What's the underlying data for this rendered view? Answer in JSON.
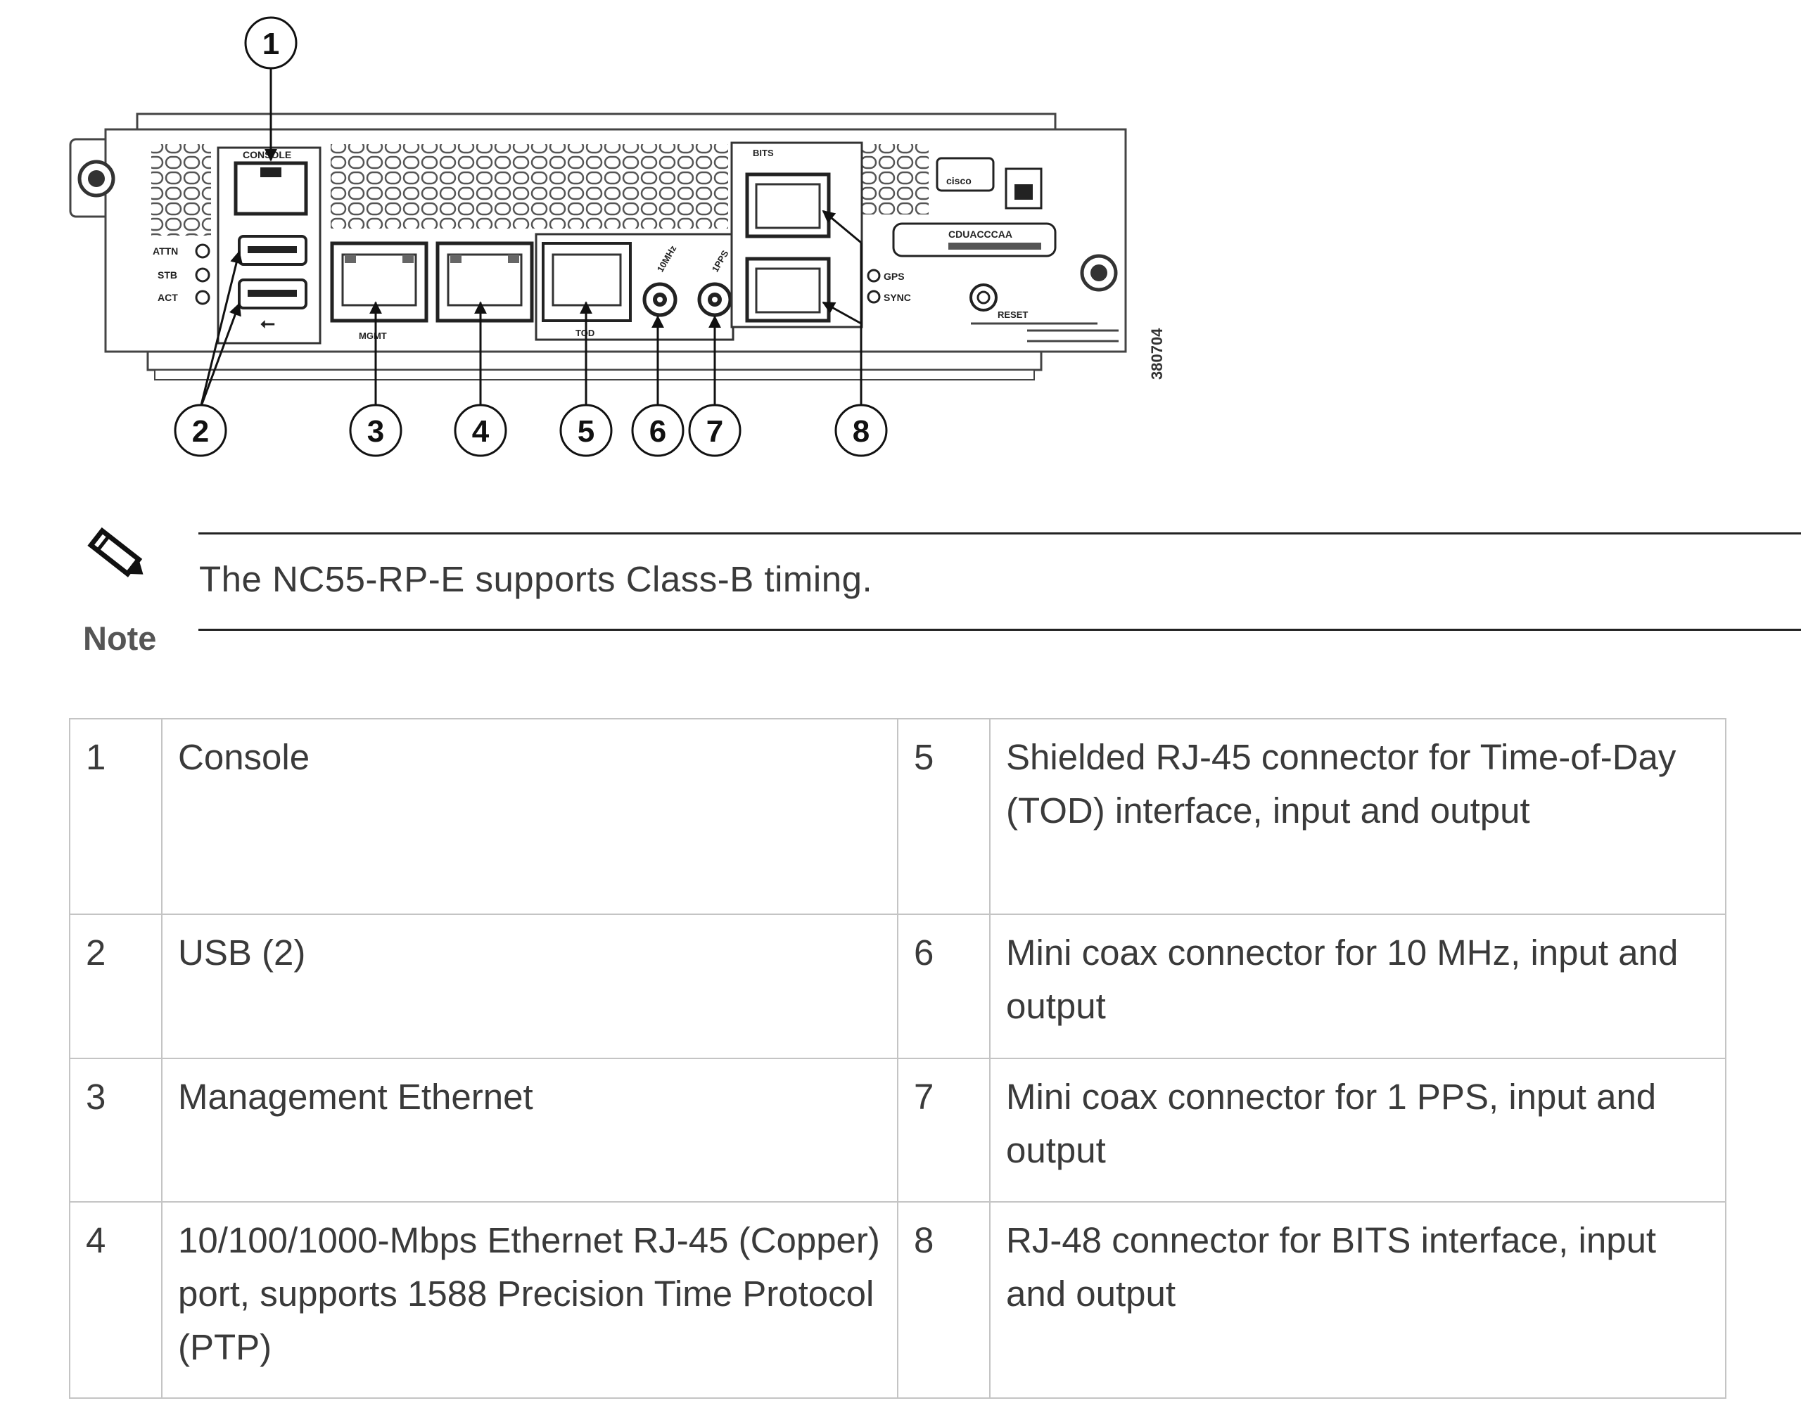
{
  "figure": {
    "callouts": [
      "1",
      "2",
      "3",
      "4",
      "5",
      "6",
      "7",
      "8"
    ],
    "figure_id": "380704",
    "panel_labels": {
      "attn": "ATTN",
      "stb": "STB",
      "act": "ACT",
      "gps": "GPS",
      "sync": "SYNC",
      "reset": "RESET",
      "console": "CONSOLE",
      "mgmt": "MGMT",
      "tod": "TOD",
      "bits": "BITS",
      "mhz": "10MHz",
      "pps": "1PPS",
      "serial": "CDUACCCAA",
      "brand": "cisco"
    }
  },
  "note": {
    "label": "Note",
    "text": "The NC55-RP-E supports Class-B timing.",
    "icon": "pencil-icon"
  },
  "legend": {
    "rows": [
      {
        "n1": "1",
        "d1": "Console",
        "n2": "5",
        "d2": "Shielded RJ-45 connector for Time-of-Day (TOD) interface, input and output"
      },
      {
        "n1": "2",
        "d1": "USB (2)",
        "n2": "6",
        "d2": "Mini coax connector for 10 MHz, input and output"
      },
      {
        "n1": "3",
        "d1": "Management Ethernet",
        "n2": "7",
        "d2": "Mini coax connector for 1 PPS, input and output"
      },
      {
        "n1": "4",
        "d1": "10/100/1000-Mbps Ethernet RJ-45 (Copper) port, supports 1588 Precision Time Protocol (PTP)",
        "n2": "8",
        "d2": "RJ-48 connector for BITS interface, input and output"
      }
    ]
  }
}
